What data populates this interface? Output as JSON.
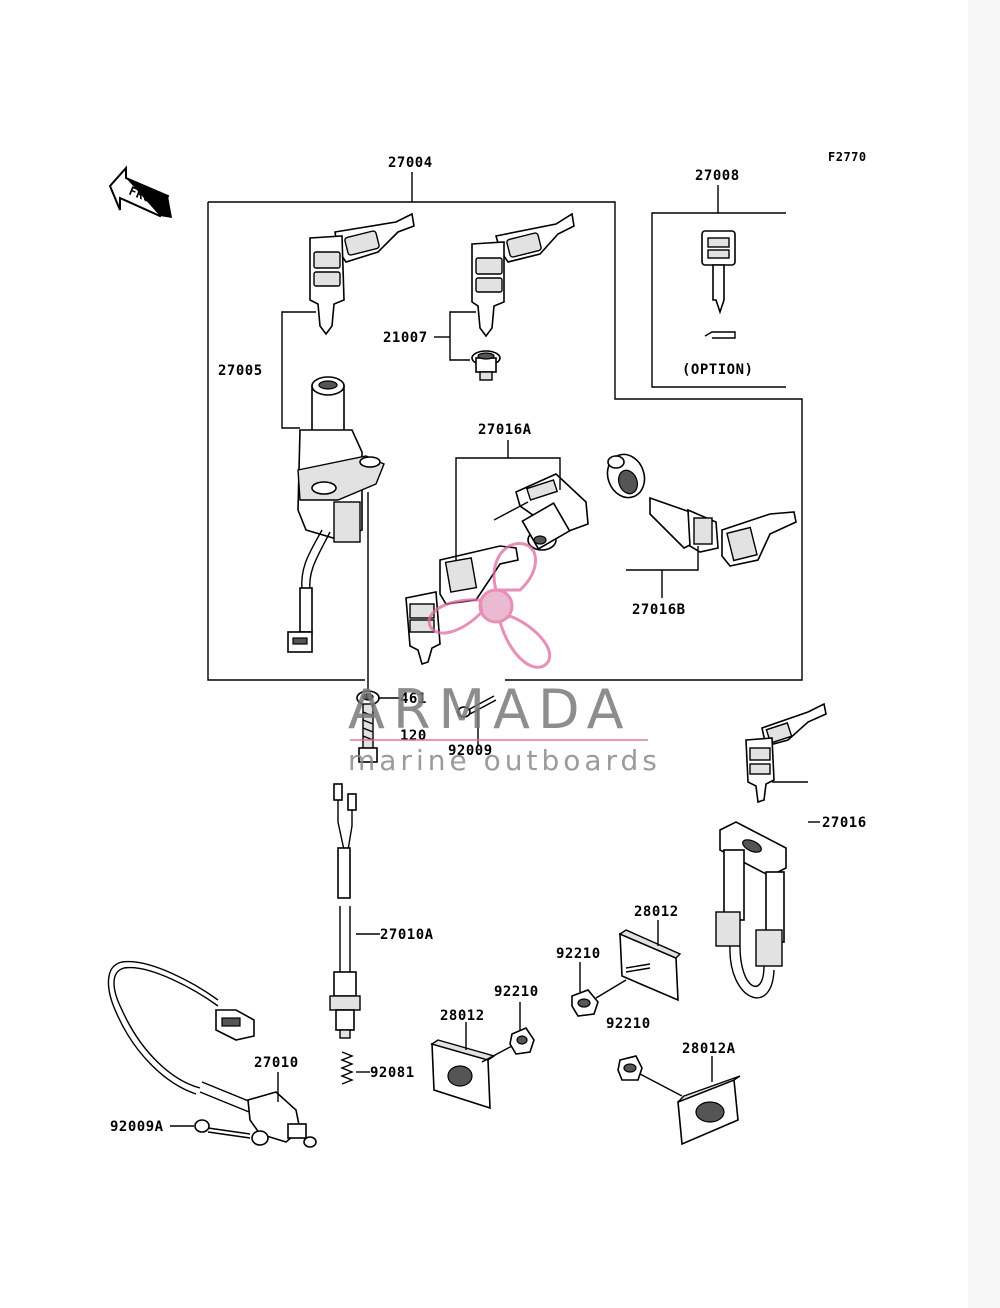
{
  "figure_code": "F2770",
  "front_arrow_label": "FRONT",
  "option_label": "(OPTION)",
  "parts": {
    "p27004": "27004",
    "p27008": "27008",
    "p27005": "27005",
    "p21007": "21007",
    "p27016A": "27016A",
    "p27016B": "27016B",
    "p461": "461",
    "p120": "120",
    "p92009": "92009",
    "p27016": "27016",
    "p27010A": "27010A",
    "p28012_top": "28012",
    "p92210_a": "92210",
    "p92210_b": "92210",
    "p92210_c": "92210",
    "p28012_left": "28012",
    "p27010": "27010",
    "p92081": "92081",
    "p28012A": "28012A",
    "p92009A": "92009A"
  },
  "watermark": {
    "brand": "ARMADA",
    "tagline": "marine outboards",
    "accent_color": "#e06aa0"
  }
}
